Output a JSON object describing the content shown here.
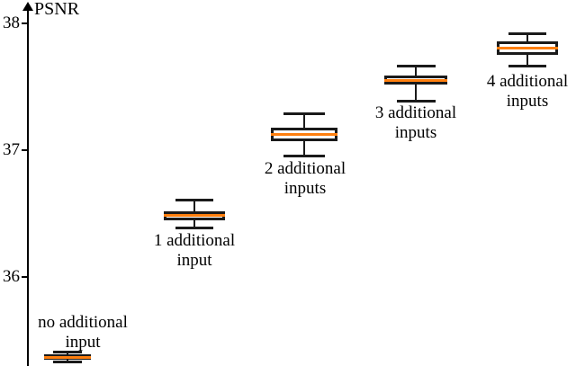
{
  "chart_data": {
    "type": "box",
    "title": "",
    "xlabel": "",
    "ylabel": "PSNR",
    "ylim": [
      35.2,
      38.08
    ],
    "yticks": [
      36,
      37,
      38
    ],
    "ytick_labels": [
      "36",
      "37",
      "38"
    ],
    "grid": false,
    "legend": null,
    "categories": [
      "no additional input",
      "1 additional input",
      "2 additional inputs",
      "3 additional inputs",
      "4 additional inputs"
    ],
    "boxes": [
      {
        "label_line1": "no additional",
        "label_line2": "input",
        "whisker_low": 35.33,
        "q1": 35.35,
        "median": 35.37,
        "q3": 35.39,
        "whisker_high": 35.41
      },
      {
        "label_line1": "1 additional",
        "label_line2": "input",
        "whisker_low": 36.39,
        "q1": 36.45,
        "median": 36.49,
        "q3": 36.52,
        "whisker_high": 36.61
      },
      {
        "label_line1": "2 additional",
        "label_line2": "inputs",
        "whisker_low": 36.96,
        "q1": 37.07,
        "median": 37.13,
        "q3": 37.18,
        "whisker_high": 37.29
      },
      {
        "label_line1": "3 additional",
        "label_line2": "inputs",
        "whisker_low": 37.39,
        "q1": 37.52,
        "median": 37.55,
        "q3": 37.59,
        "whisker_high": 37.67
      },
      {
        "label_line1": "4 additional",
        "label_line2": "inputs",
        "whisker_low": 37.67,
        "q1": 37.75,
        "median": 37.81,
        "q3": 37.86,
        "whisker_high": 37.92
      }
    ],
    "colors": {
      "median": "#ff7f0e",
      "box_edge": "#1a1a1a",
      "whisker": "#1a1a1a",
      "axis": "#000000",
      "background": "#ffffff"
    }
  }
}
